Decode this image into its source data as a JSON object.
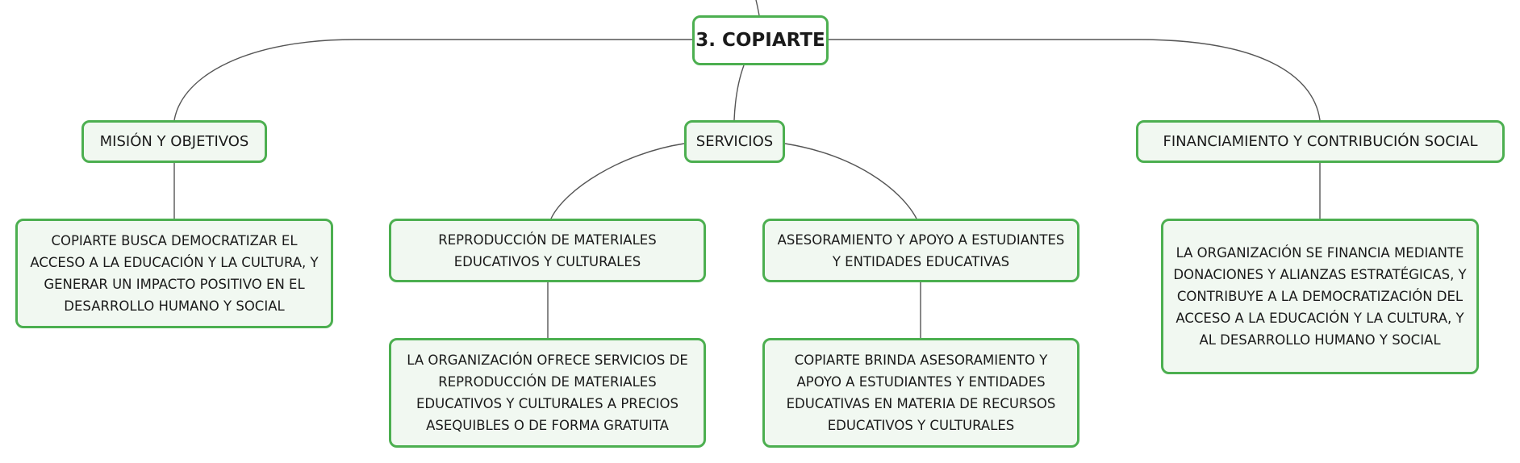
{
  "root": {
    "label": "3. COPIARTE"
  },
  "branches": {
    "mission": {
      "label": "MISIÓN Y OBJETIVOS",
      "description": "COPIARTE BUSCA DEMOCRATIZAR EL ACCESO A LA EDUCACIÓN Y LA CULTURA, Y GENERAR UN IMPACTO POSITIVO EN EL DESARROLLO HUMANO Y SOCIAL"
    },
    "services": {
      "label": "SERVICIOS",
      "reproduction": {
        "label": "REPRODUCCIÓN DE MATERIALES EDUCATIVOS Y CULTURALES",
        "description": "LA ORGANIZACIÓN OFRECE SERVICIOS DE REPRODUCCIÓN DE MATERIALES EDUCATIVOS Y CULTURALES A PRECIOS ASEQUIBLES O DE FORMA GRATUITA"
      },
      "advice": {
        "label": "ASESORAMIENTO Y APOYO A ESTUDIANTES Y ENTIDADES EDUCATIVAS",
        "description": "COPIARTE BRINDA ASESORAMIENTO Y APOYO A ESTUDIANTES Y ENTIDADES EDUCATIVAS EN MATERIA DE RECURSOS EDUCATIVOS Y CULTURALES"
      }
    },
    "funding": {
      "label": "FINANCIAMIENTO Y CONTRIBUCIÓN SOCIAL",
      "description": "LA ORGANIZACIÓN SE FINANCIA MEDIANTE DONACIONES Y ALIANZAS ESTRATÉGICAS, Y CONTRIBUYE A LA DEMOCRATIZACIÓN DEL ACCESO A LA EDUCACIÓN Y LA CULTURA, Y AL DESARROLLO HUMANO Y SOCIAL"
    }
  },
  "colors": {
    "node_border": "#4caf50",
    "node_fill": "#f1f8f1",
    "connector": "#555555"
  }
}
